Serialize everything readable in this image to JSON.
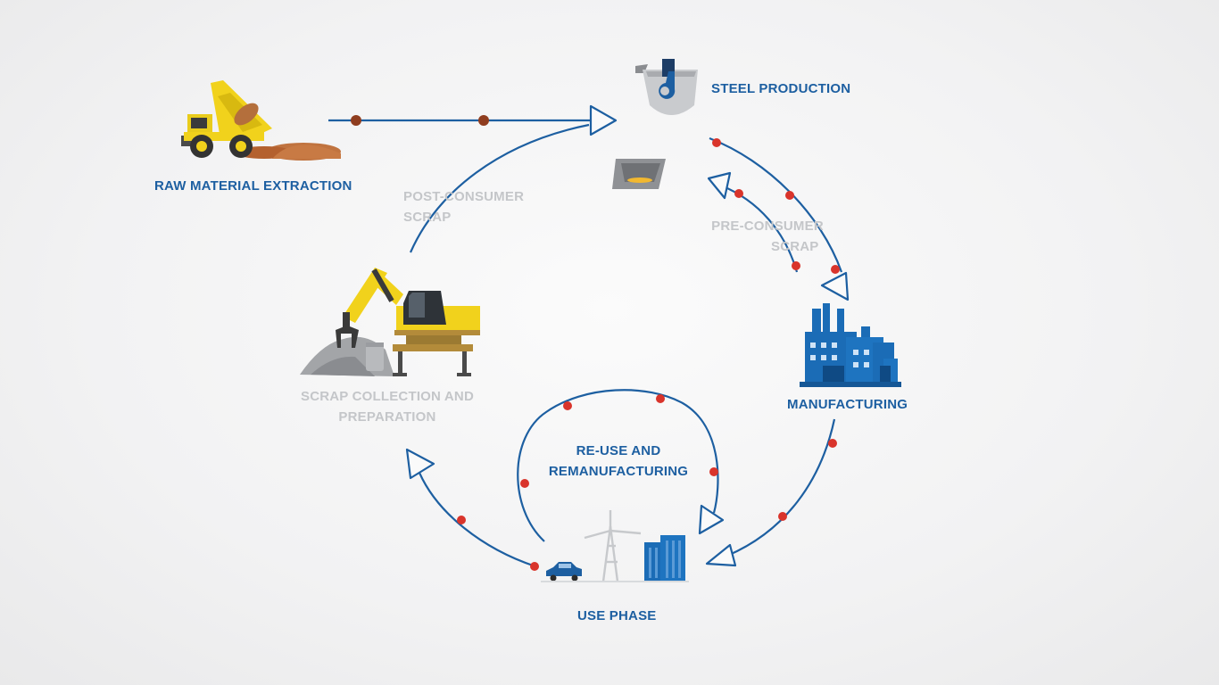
{
  "colors": {
    "flow_line": "#1d5fa1",
    "scrap_dot": "#d9342b",
    "ore_dot": "#8f3d1f",
    "label_active": "#1d5fa1",
    "label_muted": "#c4c6c9",
    "machine_yellow": "#f1d21c",
    "factory_blue": "#1b6cb6"
  },
  "stages": {
    "raw_material": {
      "label": "RAW MATERIAL EXTRACTION",
      "icon": "dump-truck-icon"
    },
    "steel_production": {
      "label": "STEEL PRODUCTION",
      "icon": "steel-ladle-icon"
    },
    "pre_consumer_scrap": {
      "line1": "PRE-CONSUMER",
      "line2": "SCRAP"
    },
    "manufacturing": {
      "label": "MANUFACTURING",
      "icon": "factory-icon"
    },
    "reuse": {
      "line1": "RE-USE AND",
      "line2": "REMANUFACTURING"
    },
    "use_phase": {
      "label": "USE PHASE",
      "icon": "products-icon"
    },
    "scrap_collection": {
      "line1": "SCRAP COLLECTION AND",
      "line2": "PREPARATION",
      "icon": "scrap-excavator-icon"
    },
    "post_consumer_scrap": {
      "line1": "POST-CONSUMER",
      "line2": "SCRAP"
    }
  }
}
